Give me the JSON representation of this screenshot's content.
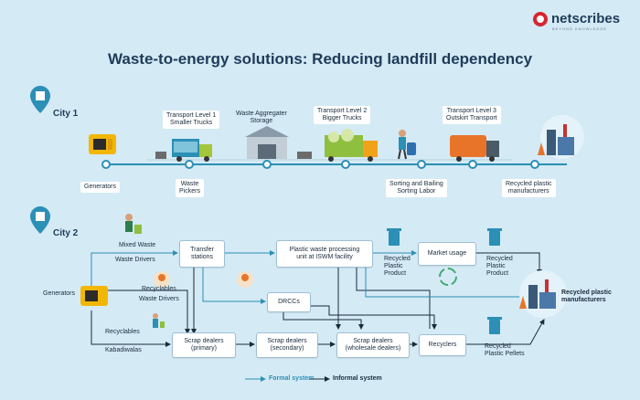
{
  "header": {
    "title": "Waste-to-energy solutions: Reducing landfill dependency",
    "logo_text": "netscribes",
    "logo_tagline": "BEYOND KNOWLEDGE"
  },
  "colors": {
    "background": "#d4eaf5",
    "accent": "#2c8fb5",
    "title": "#1f3b5a",
    "logo_red": "#d72631"
  },
  "city1": {
    "label": "City 1",
    "stages_top": [
      "Transport Level 1\nSmaller Trucks",
      "Waste Aggregater\nStorage",
      "Transport Level 2\nBigger Trucks",
      "Transport Level 3\nOutskirt Transport"
    ],
    "stages_bottom": [
      "Generators",
      "Waste\nPickers",
      "Sorting and Bailing\nSorting Labor",
      "Recycled plastic\nmanufacturers"
    ]
  },
  "city2": {
    "label": "City 2",
    "nodes": {
      "generators": "Generators",
      "transfer": "Transfer\nstations",
      "processing": "Plastic waste processing\nunit at ISWM facility",
      "market": "Market usage",
      "drccs": "DRCCs",
      "scrap_primary": "Scrap dealers\n(primary)",
      "scrap_secondary": "Scrap dealers\n(secondary)",
      "scrap_wholesale": "Scrap dealers\n(wholesale dealers)",
      "recyclers": "Recyclers",
      "recycled_manufacturers": "Recycled plastic\nmanufacturers"
    },
    "edge_labels": {
      "mixed_waste": "Mixed Waste",
      "waste_drivers_1": "Waste Drivers",
      "recyclables_1": "Recyclables",
      "waste_drivers_2": "Waste Drivers",
      "recyclables_2": "Recyclables",
      "kabadiwalas": "Kabadiwalas"
    },
    "products": {
      "recycled_product_1": "Recycled\nPlastic\nProduct",
      "recycled_product_2": "Recycled\nPlastic\nProduct",
      "recycled_pellets": "Recycled\nPlastic Pellets"
    }
  },
  "legend": {
    "formal": "Formal system",
    "informal": "Informal system"
  }
}
